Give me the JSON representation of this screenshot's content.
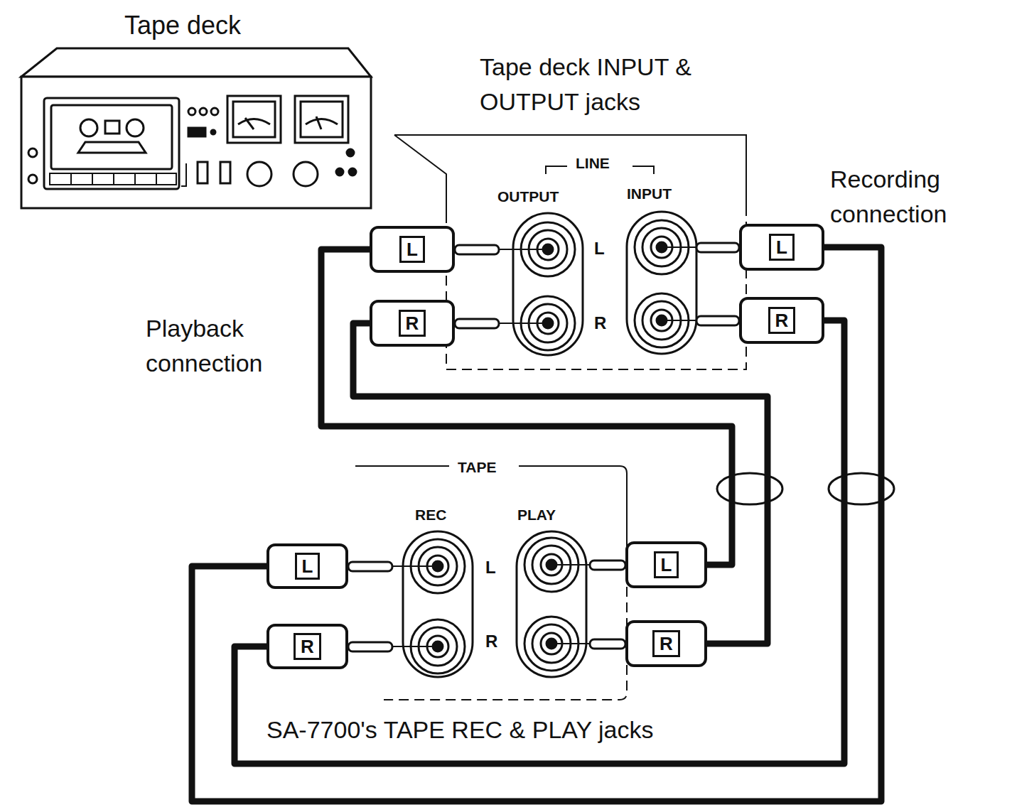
{
  "diagram": {
    "nodes": [
      {
        "text": [
          "L"
        ]
      },
      {
        "text": [
          "L"
        ]
      },
      {
        "text": [
          "R"
        ]
      },
      {
        "text": [
          "R"
        ]
      },
      {
        "text": [
          "L"
        ]
      },
      {
        "text": [
          "L"
        ]
      },
      {
        "text": [
          "R"
        ]
      },
      {
        "text": [
          "R"
        ]
      }
    ],
    "edges": [
      {
        "from": 0,
        "to": 5,
        "arrow": "none"
      },
      {
        "from": 2,
        "to": 7,
        "arrow": "none"
      },
      {
        "from": 1,
        "to": 4,
        "arrow": "none"
      },
      {
        "from": 3,
        "to": 6,
        "arrow": "none"
      }
    ],
    "labels": [
      "Tape deck",
      "Tape deck INPUT & OUTPUT jacks",
      "LINE",
      "OUTPUT",
      "INPUT",
      "L",
      "R",
      "Recording connection",
      "Playback connection",
      "TAPE",
      "REC",
      "PLAY",
      "L",
      "R",
      "SA-7700's TAPE REC & PLAY jacks"
    ]
  }
}
